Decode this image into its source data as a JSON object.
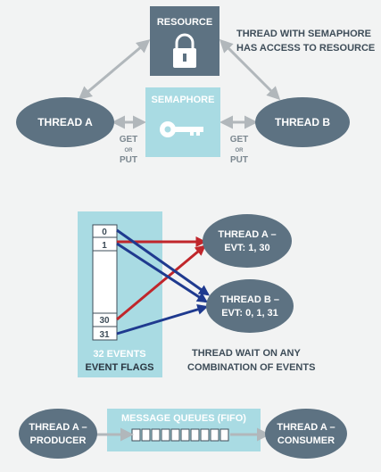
{
  "semaphore_section": {
    "resource_label": "RESOURCE",
    "caption_line1": "THREAD WITH SEMAPHORE",
    "caption_line2": "HAS ACCESS TO RESOURCE",
    "semaphore_label": "SEMAPHORE",
    "thread_a": "THREAD A",
    "thread_b": "THREAD B",
    "left_get": "GET",
    "left_or": "OR",
    "left_put": "PUT",
    "right_get": "GET",
    "right_or": "OR",
    "right_put": "PUT"
  },
  "event_section": {
    "bits": [
      "0",
      "1",
      "30",
      "31"
    ],
    "events_count": "32 EVENTS",
    "event_flags": "EVENT FLAGS",
    "thread_a_line1": "THREAD A –",
    "thread_a_line2": "EVT: 1, 30",
    "thread_b_line1": "THREAD B –",
    "thread_b_line2": "EVT: 0, 1, 31",
    "caption_line1": "THREAD WAIT ON ANY",
    "caption_line2": "COMBINATION OF EVENTS"
  },
  "queue_section": {
    "title": "MESSAGE QUEUES (FIFO)",
    "producer_line1": "THREAD A –",
    "producer_line2": "PRODUCER",
    "consumer_line1": "THREAD A –",
    "consumer_line2": "CONSUMER"
  },
  "colors": {
    "dark_slate": "#5d7282",
    "light_teal": "#a9dbe3",
    "arrow_gray": "#b1b7bb",
    "red_arrow": "#c0262b",
    "blue_arrow": "#1f3a8f"
  }
}
